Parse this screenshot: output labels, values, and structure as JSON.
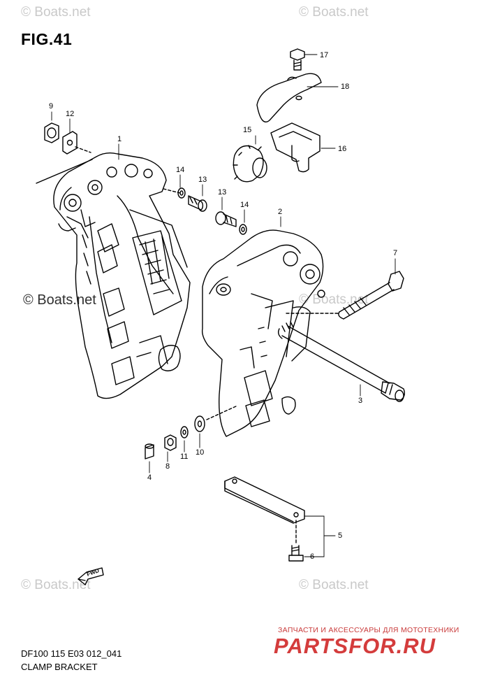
{
  "figure": {
    "title": "FIG.41",
    "code": "DF100 115 E03 012_041",
    "caption": "CLAMP BRACKET"
  },
  "watermarks": [
    "© Boats.net",
    "© Boats.net",
    "© Boats.net",
    "© Boats.net",
    "© Boats.net",
    "© Boats.net"
  ],
  "ad": {
    "line": "ЗАПЧАСТИ И АКСЕССУАРЫ ДЛЯ МОТОТЕХНИКИ",
    "brand": "PARTSFOR.RU"
  },
  "fwd_label": "FWD",
  "callouts": [
    "17",
    "18",
    "9",
    "12",
    "15",
    "16",
    "1",
    "14",
    "13",
    "13",
    "14",
    "2",
    "7",
    "3",
    "4",
    "8",
    "11",
    "10",
    "5",
    "6"
  ],
  "colors": {
    "line": "#000000",
    "watermark": "#c9c9c9",
    "ad": "#d43c3c"
  }
}
